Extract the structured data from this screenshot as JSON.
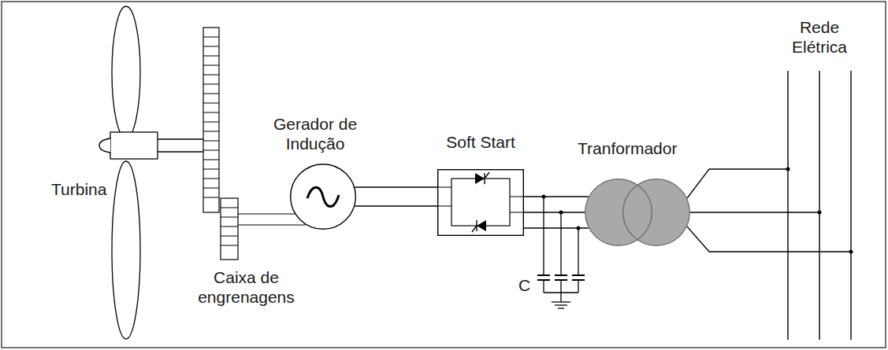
{
  "diagram": {
    "nodes": [
      {
        "text": [
          "Gerador de Indução"
        ]
      },
      {
        "text": [
          "Soft Start"
        ]
      },
      {
        "text": [
          "Tranformador"
        ]
      },
      {
        "text": [
          "Rede Elétrica"
        ]
      }
    ],
    "edges": [
      {
        "from": 0,
        "to": 1,
        "arrow": "none"
      },
      {
        "from": 1,
        "to": 2,
        "arrow": "none"
      },
      {
        "from": 2,
        "to": 3,
        "arrow": "none"
      }
    ],
    "labels": [
      "Turbina",
      "Caixa de engrenagens",
      "C"
    ]
  }
}
